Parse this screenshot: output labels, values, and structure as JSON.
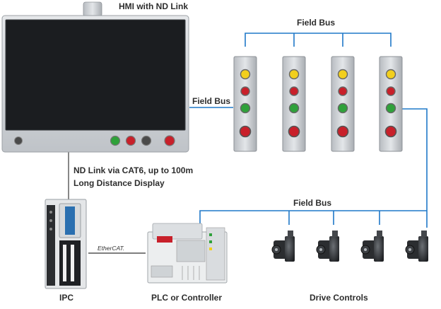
{
  "colors": {
    "bus_line": "#1f78c8",
    "cable": "#555555",
    "hmi_frame": "#c9cdd2",
    "screen": "#1b1d20",
    "button_green": "#2fa13a",
    "button_red": "#c8202a",
    "button_yellow": "#f2cf1d",
    "button_gray": "#4a4a4a",
    "ethercat_red": "#d42020"
  },
  "labels": {
    "hmi": "HMI with ND Link",
    "field_bus_top": "Field Bus",
    "field_bus_left": "Field Bus",
    "field_bus_bottom": "Field Bus",
    "nd_link_line1": "ND Link via CAT6, up to 100m",
    "nd_link_line2": "Long Distance Display",
    "ipc": "IPC",
    "plc": "PLC or Controller",
    "drives": "Drive Controls",
    "ethercat": "EtherCAT."
  },
  "icons": [
    "hmi-panel",
    "push-button-station",
    "industrial-pc",
    "plc-controller",
    "servo-motor"
  ],
  "button_station_lights": [
    "yellow",
    "red",
    "green",
    "red-mushroom"
  ]
}
